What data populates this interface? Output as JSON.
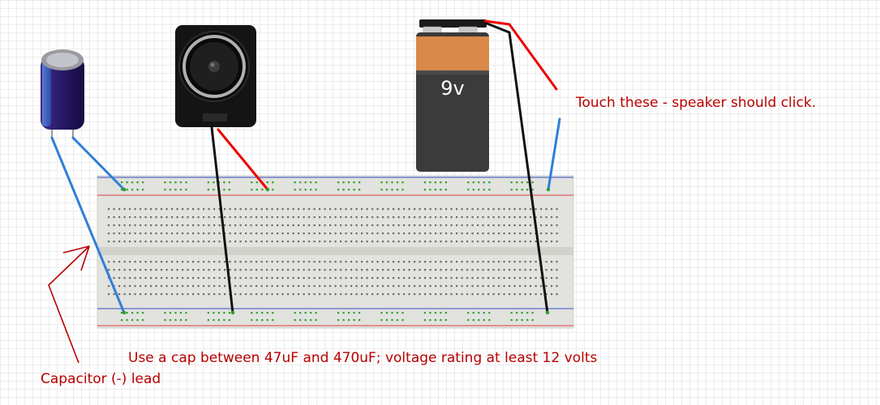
{
  "battery": {
    "label": "9v"
  },
  "notes": {
    "touch": "Touch these - speaker should click.",
    "cap": "Use a cap between 47uF and 470uF; voltage rating at least 12 volts",
    "lead": "Capacitor (-) lead"
  },
  "colors": {
    "annotation": "#b80000",
    "wire_red": "#ee0000",
    "wire_black": "#111111",
    "wire_blue": "#2f7fd6",
    "rail_red": "#e04040",
    "rail_blue": "#3050c8",
    "hole_green": "#2e9e2e",
    "hole_gray": "#6c6c6c",
    "battery_orange": "#d9894a",
    "capacitor_body": "#2b1a6e"
  }
}
